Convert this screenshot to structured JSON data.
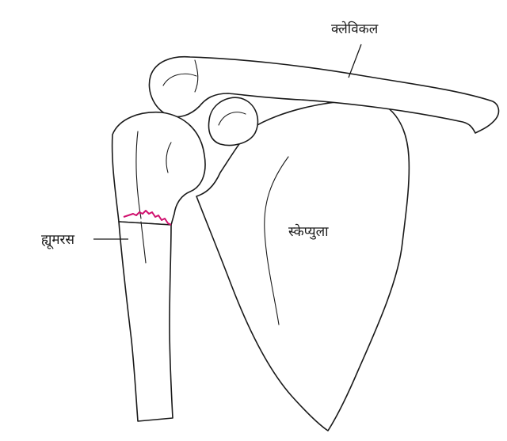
{
  "labels": {
    "clavicle": "क्लेविकल",
    "humerus": "ह्यूमरस",
    "scapula": "स्केप्युला"
  },
  "colors": {
    "outline": "#1a1a1a",
    "fracture": "#d0106e",
    "background": "#ffffff"
  }
}
